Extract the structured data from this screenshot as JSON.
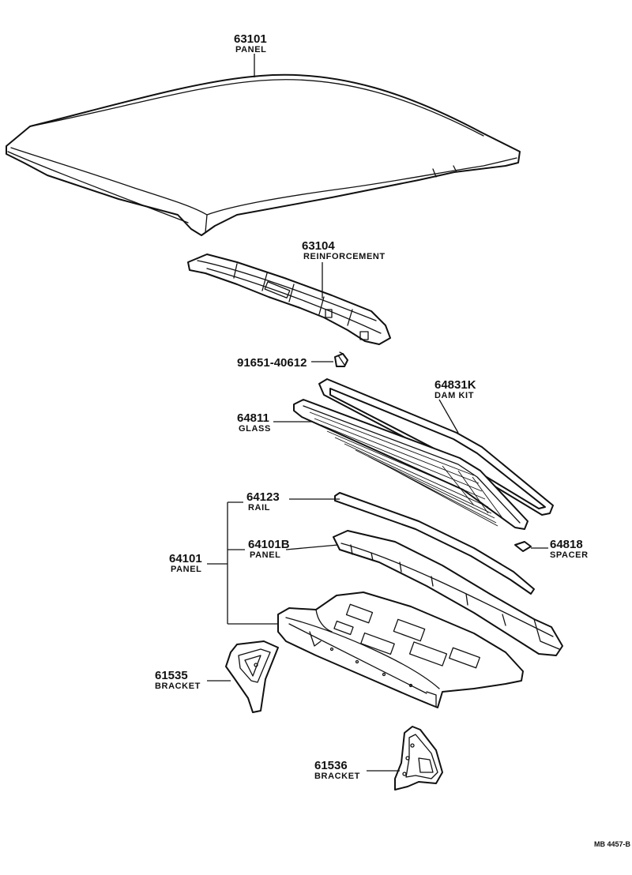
{
  "parts": {
    "roof_panel": {
      "number": "63101",
      "name": "PANEL"
    },
    "reinforcement": {
      "number": "63104",
      "name": "REINFORCEMENT"
    },
    "clip": {
      "number": "91651-40612"
    },
    "dam_kit": {
      "number": "64831K",
      "name": "DAM KIT"
    },
    "glass": {
      "number": "64811",
      "name": "GLASS"
    },
    "rail": {
      "number": "64123",
      "name": "RAIL"
    },
    "back_panel": {
      "number": "64101",
      "name": "PANEL"
    },
    "upper_panel": {
      "number": "64101B",
      "name": "PANEL"
    },
    "spacer": {
      "number": "64818",
      "name": "SPACER"
    },
    "bracket_left": {
      "number": "61535",
      "name": "BRACKET"
    },
    "bracket_right": {
      "number": "61536",
      "name": "BRACKET"
    }
  },
  "drawing_ref": "MB 4457-B"
}
